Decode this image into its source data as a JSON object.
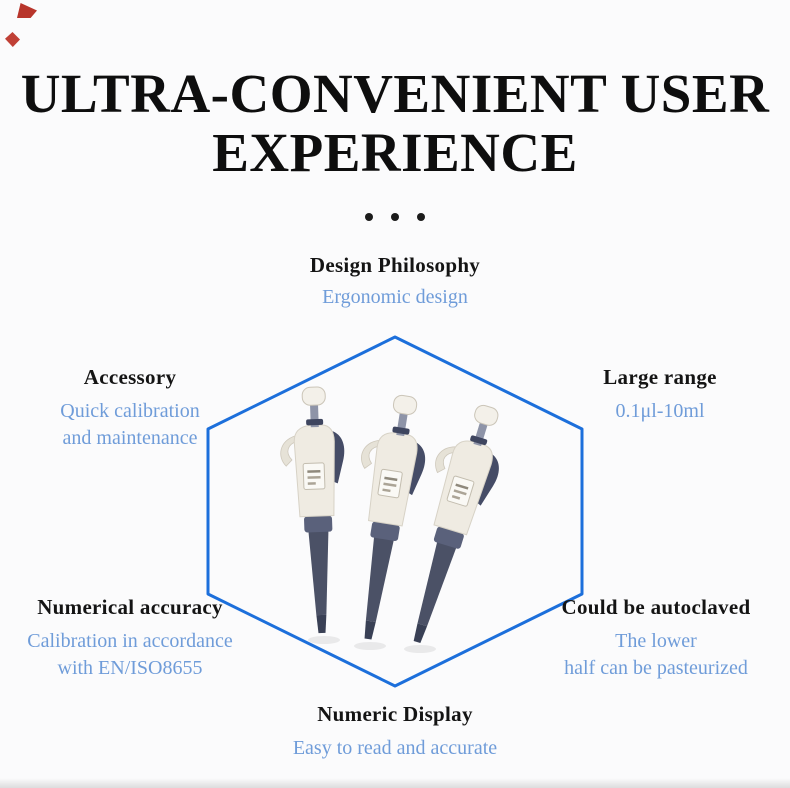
{
  "title": {
    "line1": "ULTRA-CONVENIENT USER",
    "line2": "EXPERIENCE"
  },
  "features": [
    {
      "label": "Design Philosophy",
      "desc": "Ergonomic design"
    },
    {
      "label": "Accessory",
      "desc": "Quick calibration\nand maintenance"
    },
    {
      "label": "Large range",
      "desc": "0.1μl-10ml"
    },
    {
      "label": "Numerical accuracy",
      "desc": "Calibration in accordance\nwith EN/ISO8655"
    },
    {
      "label": "Could be autoclaved",
      "desc": "The lower\nhalf can be pasteurized"
    },
    {
      "label": "Numeric Display",
      "desc": "Easy to read and accurate"
    }
  ],
  "image": {
    "alt": "Three mechanical pipettes inside a hexagon outline"
  },
  "icons": {
    "separator": "three-dots",
    "center": "hexagon-outline",
    "corner": "red-corner-marks"
  },
  "colors": {
    "title_text": "#0e0e0e",
    "label_text": "#141414",
    "desc_text": "#6f9cd9",
    "hexagon_stroke": "#1c6fdb",
    "corner_mark": "#b8352b",
    "background": "#fbfbfc"
  }
}
